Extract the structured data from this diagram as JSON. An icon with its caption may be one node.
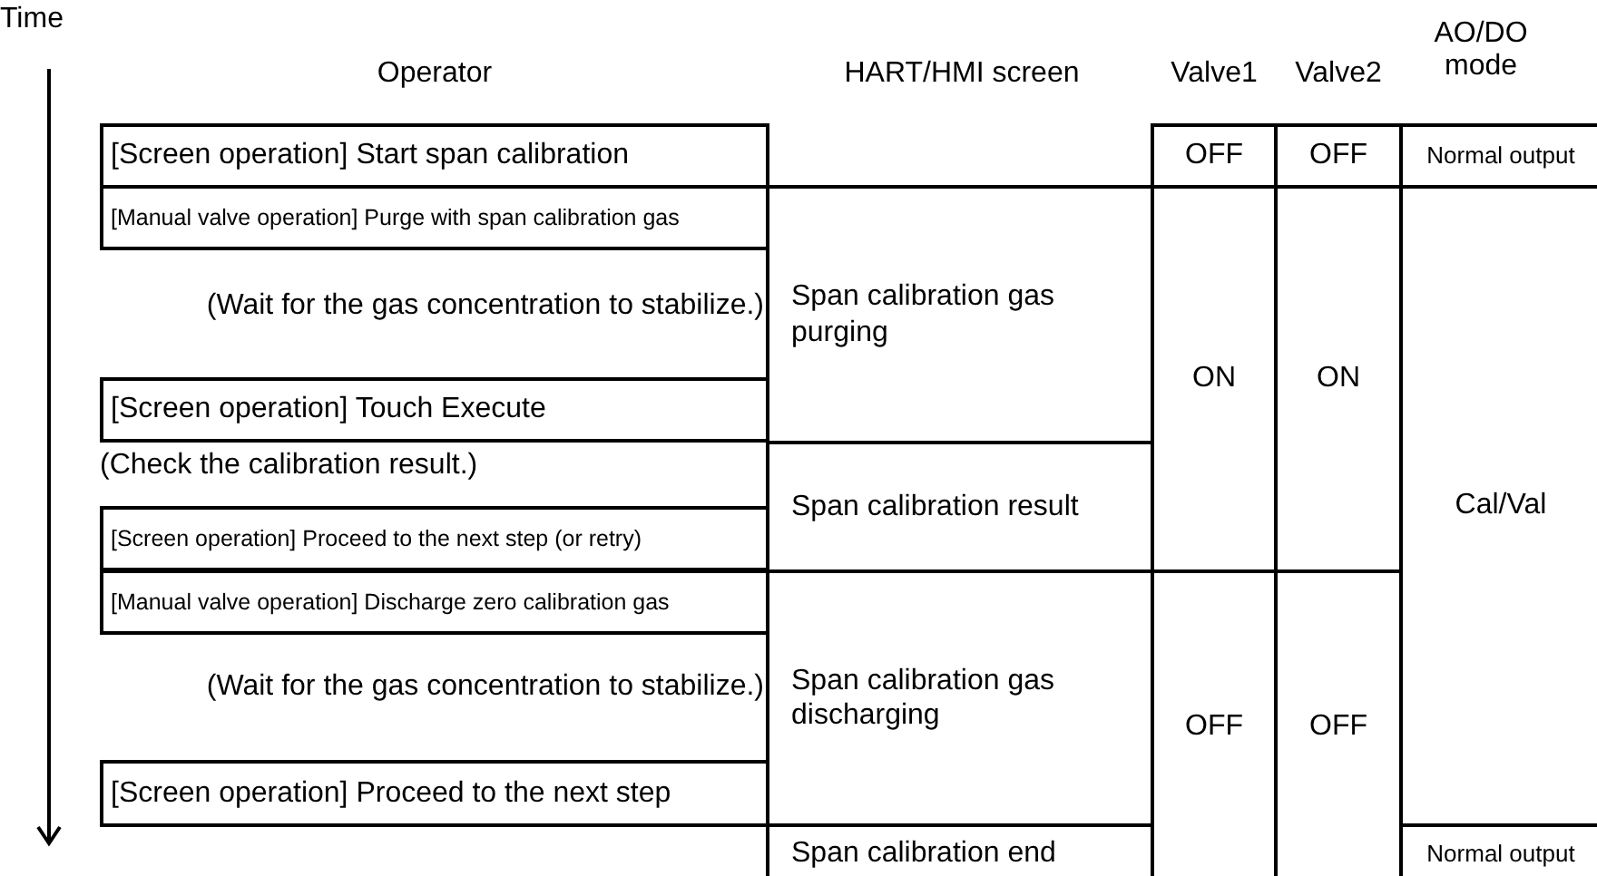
{
  "diagram": {
    "nodes": [
      {
        "text": [
          "[Screen operation] Start span calibration"
        ]
      },
      {
        "text": [
          "OFF"
        ]
      },
      {
        "text": [
          "OFF"
        ]
      },
      {
        "text": [
          "Normal output"
        ]
      },
      {
        "text": [
          "[Manual valve operation] Purge with span calibration gas"
        ]
      },
      {
        "text": [
          "Span calibration gas purging"
        ]
      },
      {
        "text": [
          "ON"
        ]
      },
      {
        "text": [
          "ON"
        ]
      },
      {
        "text": [
          "Cal/Val"
        ]
      },
      {
        "text": [
          "[Screen operation] Touch Execute"
        ]
      },
      {
        "text": [
          "Span calibration result"
        ]
      },
      {
        "text": [
          "[Screen operation] Proceed to the next step (or retry)"
        ]
      },
      {
        "text": [
          "[Manual valve operation] Discharge zero calibration gas"
        ]
      },
      {
        "text": [
          "Span calibration gas discharging"
        ]
      },
      {
        "text": [
          "OFF"
        ]
      },
      {
        "text": [
          "OFF"
        ]
      },
      {
        "text": [
          "[Screen operation] Proceed to the next step"
        ]
      },
      {
        "text": [
          "Span calibration end"
        ]
      },
      {
        "text": [
          "Normal output"
        ]
      }
    ],
    "labels": [
      "Time",
      "Operator",
      "HART/HMI screen",
      "Valve1",
      "Valve2",
      "AO/DO mode",
      "(Wait for the gas concentration to stabilize.)",
      "(Check the calibration result.)",
      "(Wait for the gas concentration to stabilize.)"
    ]
  }
}
